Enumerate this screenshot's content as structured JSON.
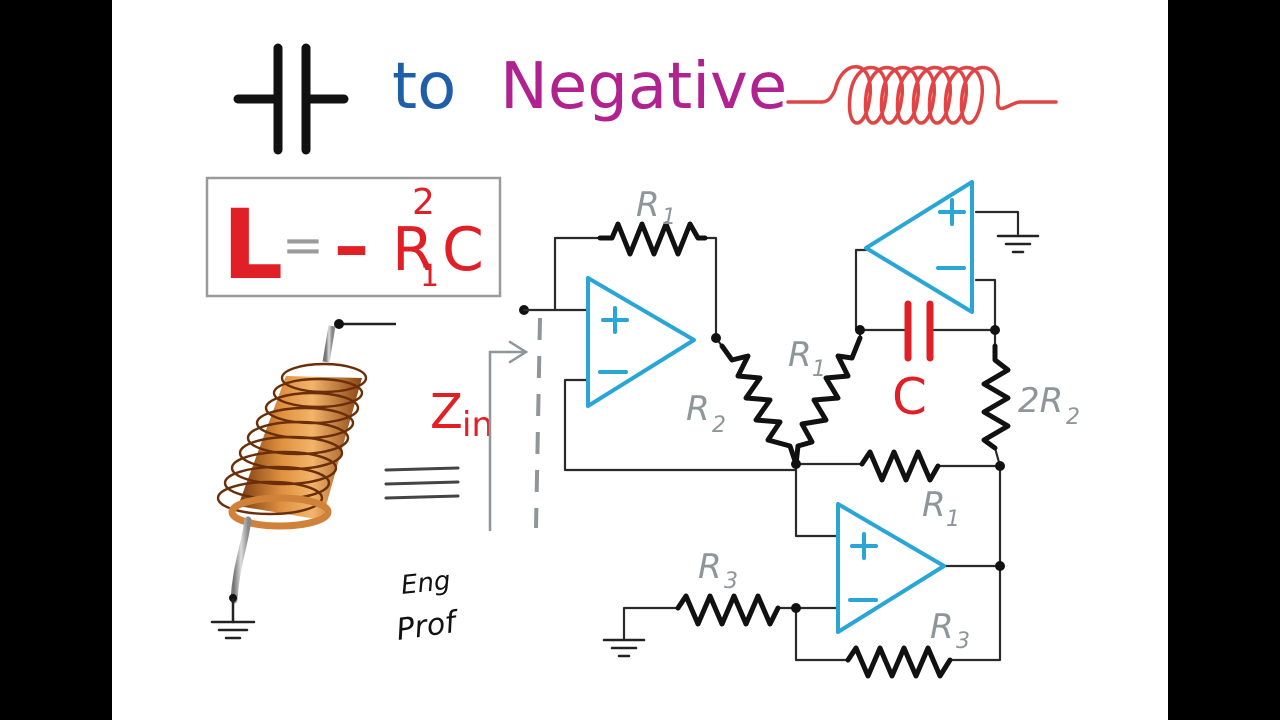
{
  "title": {
    "to": "to",
    "negative": "Negative"
  },
  "formula": {
    "L": "L",
    "eq": "=",
    "minus": "–",
    "R": "R",
    "R_sub": "1",
    "sup": "2",
    "C": "C"
  },
  "zin": {
    "Z": "Z",
    "sub": "in"
  },
  "labels": {
    "R1_top": "R",
    "R1_top_sub": "1",
    "R1_mid": "R",
    "R1_mid_sub": "1",
    "R2": "R",
    "R2_sub": "2",
    "R2x2_prefix": "2R",
    "R2x2_sub": "2",
    "C": "C",
    "R1_low": "R",
    "R1_low_sub": "1",
    "R3_left": "R",
    "R3_left_sub": "3",
    "R3_right": "R",
    "R3_right_sub": "3"
  },
  "logo": {
    "line1": "Eng",
    "line2": "Prof"
  },
  "opamp_signs": {
    "plus": "+",
    "minus": "–"
  },
  "colors": {
    "capacitor_symbol": "#111111",
    "to_text": "#1f5fa8",
    "negative_text": "#b0228f",
    "inductor_symbol": "#e04545",
    "formula_red": "#e01f26",
    "opamp_blue": "#2aa6d6",
    "label_grey": "#8e969a",
    "copper": "#c8732a"
  }
}
